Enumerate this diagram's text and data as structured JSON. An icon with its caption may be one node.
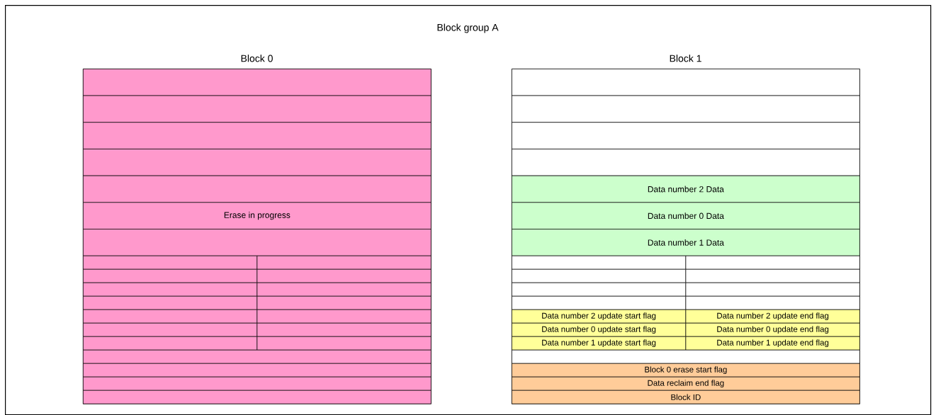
{
  "diagram": {
    "nodes": [
      {
        "text": [
          "Block group A"
        ]
      },
      {
        "text": [
          "Block 0"
        ],
        "in": 0
      },
      {
        "text": [],
        "shape": "box",
        "in": 1
      },
      {
        "text": [],
        "shape": "box",
        "in": 1
      },
      {
        "text": [],
        "shape": "box",
        "in": 1
      },
      {
        "text": [],
        "shape": "box",
        "in": 1
      },
      {
        "text": [],
        "shape": "box",
        "in": 1
      },
      {
        "text": [
          "Erase in progress"
        ],
        "in": 1
      },
      {
        "text": [],
        "shape": "box",
        "in": 1
      },
      {
        "text": [],
        "shape": "box",
        "in": 1
      },
      {
        "text": [],
        "shape": "box",
        "in": 1
      },
      {
        "text": [],
        "shape": "box",
        "in": 1
      },
      {
        "text": [],
        "shape": "box",
        "in": 1
      },
      {
        "text": [],
        "shape": "box",
        "in": 1
      },
      {
        "text": [],
        "shape": "box",
        "in": 1
      },
      {
        "text": [],
        "shape": "box",
        "in": 1
      },
      {
        "text": [],
        "shape": "box",
        "in": 1
      },
      {
        "text": [],
        "shape": "box",
        "in": 1
      },
      {
        "text": [],
        "shape": "box",
        "in": 1
      },
      {
        "text": [],
        "shape": "box",
        "in": 1
      },
      {
        "text": [],
        "shape": "box",
        "in": 1
      },
      {
        "text": [],
        "shape": "box",
        "in": 1
      },
      {
        "text": [],
        "shape": "box",
        "in": 1
      },
      {
        "text": [],
        "shape": "box",
        "in": 1
      },
      {
        "text": [],
        "shape": "box",
        "in": 1
      },
      {
        "text": [],
        "shape": "box",
        "in": 1
      },
      {
        "text": [],
        "shape": "box",
        "in": 1
      },
      {
        "text": [
          "Block 1"
        ],
        "in": 0
      },
      {
        "text": [],
        "shape": "box",
        "in": 27
      },
      {
        "text": [],
        "shape": "box",
        "in": 27
      },
      {
        "text": [],
        "shape": "box",
        "in": 27
      },
      {
        "text": [],
        "shape": "box",
        "in": 27
      },
      {
        "text": [
          "Data number 2 Data"
        ],
        "in": 27
      },
      {
        "text": [
          "Data number 0 Data"
        ],
        "in": 27
      },
      {
        "text": [
          "Data number 1 Data"
        ],
        "in": 27
      },
      {
        "text": [],
        "shape": "box",
        "in": 27
      },
      {
        "text": [],
        "shape": "box",
        "in": 27
      },
      {
        "text": [],
        "shape": "box",
        "in": 27
      },
      {
        "text": [],
        "shape": "box",
        "in": 27
      },
      {
        "text": [],
        "shape": "box",
        "in": 27
      },
      {
        "text": [],
        "shape": "box",
        "in": 27
      },
      {
        "text": [],
        "shape": "box",
        "in": 27
      },
      {
        "text": [],
        "shape": "box",
        "in": 27
      },
      {
        "text": [
          "Data number 2 update start flag"
        ],
        "in": 27
      },
      {
        "text": [
          "Data number 2 update end flag"
        ],
        "in": 27
      },
      {
        "text": [
          "Data number 0 update start flag"
        ],
        "in": 27
      },
      {
        "text": [
          "Data number 0 update end flag"
        ],
        "in": 27
      },
      {
        "text": [
          "Data number 1 update start flag"
        ],
        "in": 27
      },
      {
        "text": [
          "Data number 1 update end flag"
        ],
        "in": 27
      },
      {
        "text": [],
        "shape": "box",
        "in": 27
      },
      {
        "text": [
          "Block 0 erase start flag"
        ],
        "in": 27
      },
      {
        "text": [
          "Data reclaim end flag"
        ],
        "in": 27
      },
      {
        "text": [
          "Block ID"
        ],
        "in": 27
      }
    ]
  }
}
